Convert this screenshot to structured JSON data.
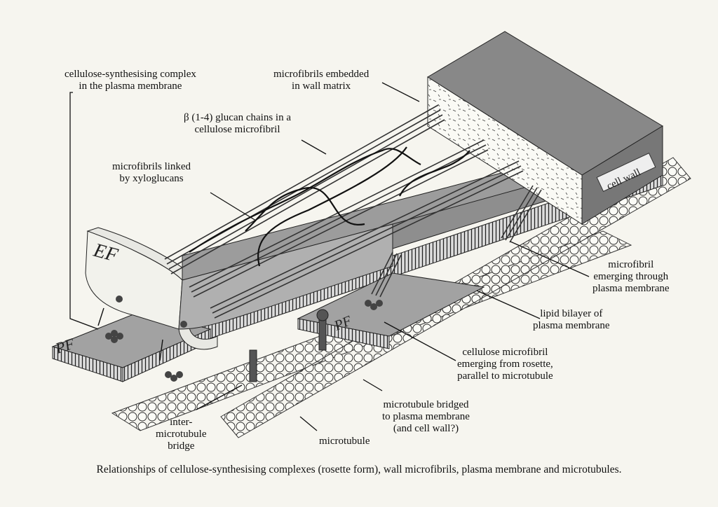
{
  "labels": {
    "cellulose_complex": [
      "cellulose-synthesising complex",
      "in the plasma membrane"
    ],
    "microfibrils_embedded": [
      "microfibrils embedded",
      "in wall matrix"
    ],
    "glucan_chains": [
      "β (1-4) glucan chains in a",
      "cellulose microfibril"
    ],
    "linked_xyloglucans": [
      "microfibrils linked",
      "by xyloglucans"
    ],
    "emerging_membrane": [
      "microfibril",
      "emerging through",
      "plasma membrane"
    ],
    "lipid_bilayer": [
      "lipid bilayer of",
      "plasma membrane"
    ],
    "emerging_rosette": [
      "cellulose microfibril",
      "emerging from rosette,",
      "parallel to microtubule"
    ],
    "bridged": [
      "microtubule bridged",
      "to plasma membrane",
      "(and cell wall?)"
    ],
    "inter_bridge": [
      "inter-",
      "microtubule",
      "bridge"
    ],
    "microtubule": "microtubule",
    "cell_wall": "cell wall",
    "ef": "EF",
    "pf_left": "PF",
    "pf_right": "PF"
  },
  "caption": "Relationships of cellulose-synthesising complexes (rosette form), wall microfibrils, plasma membrane and microtubules."
}
